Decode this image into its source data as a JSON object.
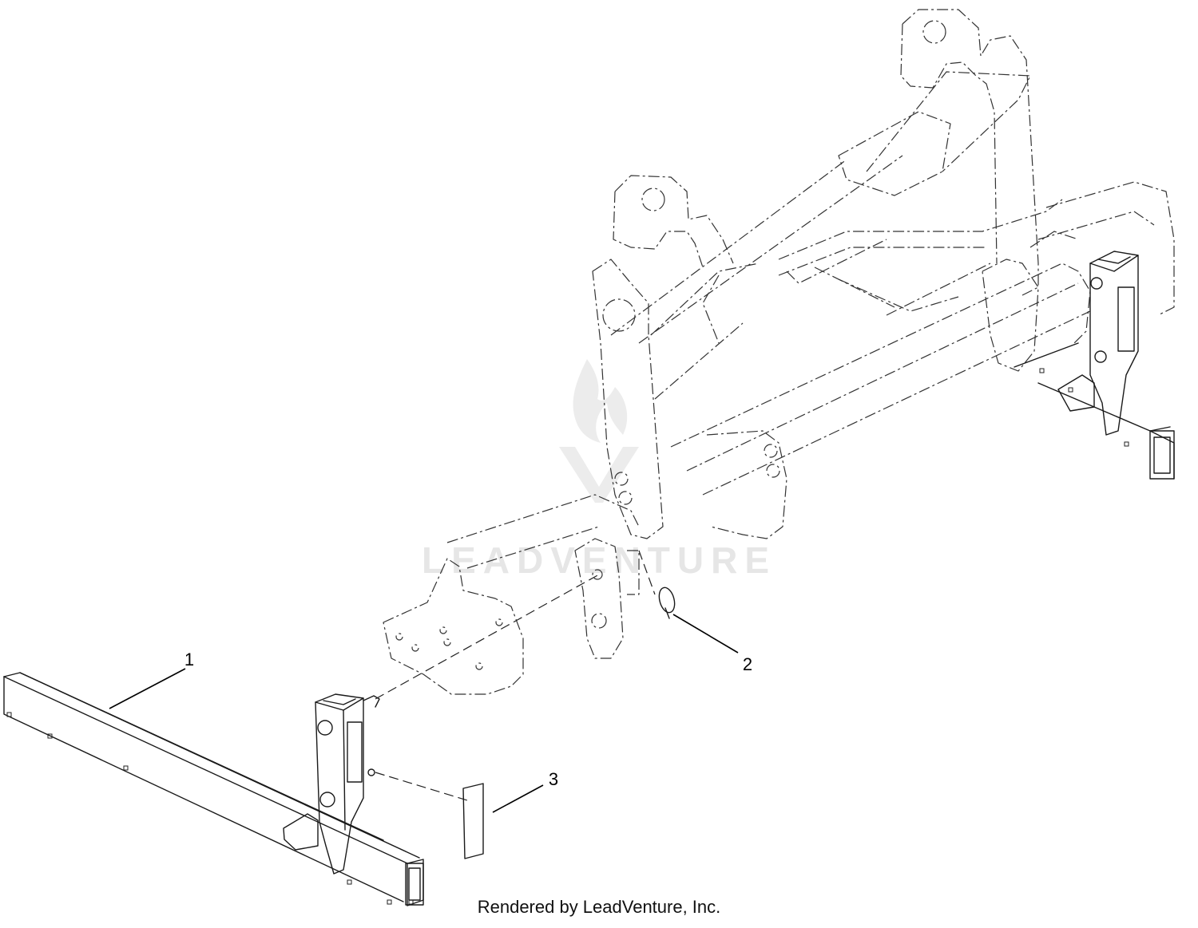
{
  "callouts": [
    {
      "label": "1"
    },
    {
      "label": "2"
    },
    {
      "label": "3"
    }
  ],
  "watermark": {
    "text": "LEADVENTURE",
    "icon": "flame-logo-icon"
  },
  "credit": "Rendered by LeadVenture, Inc.",
  "colors": {
    "line": "#1a1a1a",
    "watermark": "#e6e6e6",
    "background": "#ffffff"
  }
}
